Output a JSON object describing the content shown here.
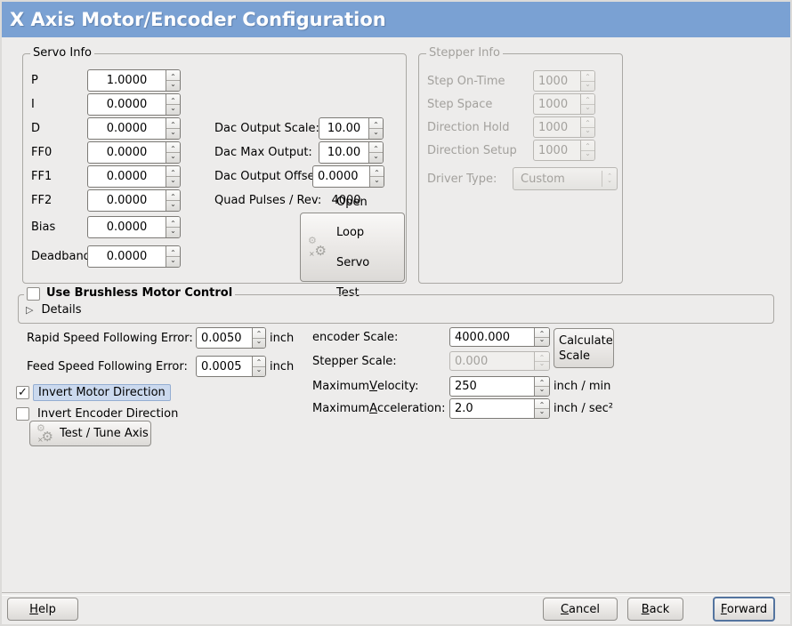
{
  "window": {
    "title": "X Axis Motor/Encoder Configuration"
  },
  "colors": {
    "titlebar_blue": "#7aa1d3",
    "background": "#edeceb",
    "focus_highlight": "#cbd9ee",
    "focus_border": "#54749f"
  },
  "servo": {
    "legend": "Servo Info",
    "rows": [
      {
        "label": "P",
        "value": "1.0000"
      },
      {
        "label": "I",
        "value": "0.0000"
      },
      {
        "label": "D",
        "value": "0.0000"
      },
      {
        "label": "FF0",
        "value": "0.0000"
      },
      {
        "label": "FF1",
        "value": "0.0000"
      },
      {
        "label": "FF2",
        "value": "0.0000"
      },
      {
        "label": "Bias",
        "value": "0.0000"
      },
      {
        "label": "Deadband",
        "value": "0.0000"
      }
    ]
  },
  "dac": {
    "scale_label": "Dac Output Scale:",
    "scale_value": "10.00",
    "max_label": "Dac Max Output:",
    "max_value": "10.00",
    "offset_label": "Dac Output Offset:",
    "offset_value": "0.0000",
    "quad_label": "Quad Pulses / Rev:",
    "quad_value": "4000"
  },
  "open_loop_button": {
    "icon": "gears-icon",
    "lines": [
      "Open",
      "Loop",
      "Servo",
      "Test"
    ]
  },
  "stepper": {
    "legend": "Stepper Info",
    "rows": [
      {
        "label": "Step On-Time",
        "value": "1000"
      },
      {
        "label": "Step Space",
        "value": "1000"
      },
      {
        "label": "Direction Hold",
        "value": "1000"
      },
      {
        "label": "Direction Setup",
        "value": "1000"
      }
    ],
    "driver_type_label": "Driver Type:",
    "driver_type_value": "Custom"
  },
  "brushless": {
    "checkbox_label": "Use Brushless Motor Control",
    "checkbox_mark": "",
    "details_label": "Details"
  },
  "following_error": {
    "rapid_label": "Rapid Speed Following Error:",
    "rapid_value": "0.0050",
    "rapid_unit": "inch",
    "feed_label": "Feed Speed Following Error:",
    "feed_value": "0.0005",
    "feed_unit": "inch"
  },
  "invert": {
    "motor_label": "Invert Motor Direction",
    "motor_mark": "✓",
    "encoder_label": "Invert Encoder Direction",
    "encoder_mark": ""
  },
  "test_tune_button": {
    "icon": "gears-icon",
    "label": "Test / Tune Axis"
  },
  "scales": {
    "encoder_label": "encoder Scale:",
    "encoder_value": "4000.000",
    "calculate_button": "Calculate Scale",
    "stepper_label": "Stepper Scale:",
    "stepper_value": "0.000",
    "velocity_label": {
      "pre": "Maximum ",
      "mn": "V",
      "post": "elocity:"
    },
    "velocity_value": "250",
    "velocity_unit": "inch / min",
    "accel_label": {
      "pre": "Maximum ",
      "mn": "A",
      "post": "cceleration:"
    },
    "accel_value": "2.0",
    "accel_unit": "inch / sec²"
  },
  "footer": {
    "help": {
      "pre": "",
      "mn": "H",
      "post": "elp"
    },
    "cancel": {
      "pre": "",
      "mn": "C",
      "post": "ancel"
    },
    "back": {
      "pre": "",
      "mn": "B",
      "post": "ack"
    },
    "forward": {
      "pre": "",
      "mn": "F",
      "post": "orward"
    }
  }
}
